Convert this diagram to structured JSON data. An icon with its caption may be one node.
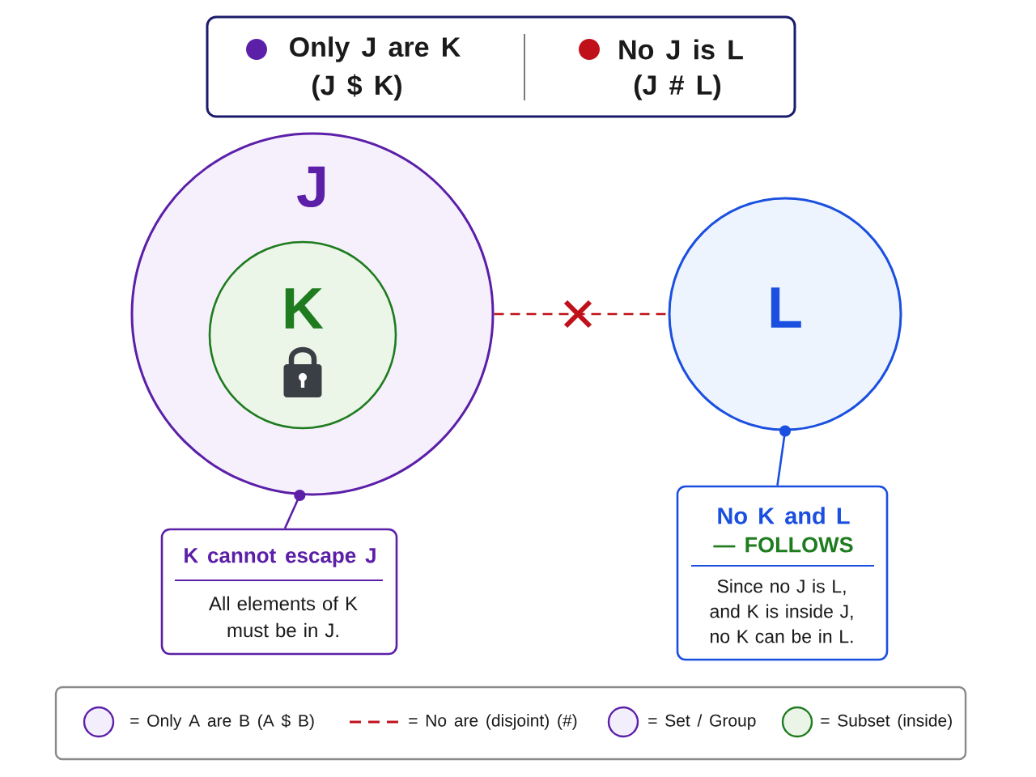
{
  "diagram": {
    "nodes": [
      {
        "text": [
          "Only J are K",
          "(J $ K)",
          "No J is L",
          "(J # L)"
        ]
      },
      {
        "text": [
          "J"
        ]
      },
      {
        "text": [
          "K"
        ],
        "in": 1
      },
      {
        "text": [
          "L"
        ]
      },
      {
        "text": [
          "K cannot escape J",
          "All elements of K must be in J."
        ]
      },
      {
        "text": [
          "No K and L",
          "— FOLLOWS",
          "Since no J is L, and K is inside J, no K can be in L."
        ]
      }
    ],
    "edges": [
      {
        "from": 1,
        "to": 3,
        "arrow": "none",
        "style": "dashed",
        "color": "#c0101a"
      },
      {
        "from": 4,
        "to": 1,
        "arrow": "other",
        "color": "#5b1fa8"
      },
      {
        "from": 5,
        "to": 3,
        "arrow": "other",
        "color": "#1a4fe0"
      }
    ],
    "legend": [
      {
        "text": "= Only A are B (A $ B)",
        "color": "#f3eefb"
      },
      {
        "text": "= No are (disjoint) (#)"
      },
      {
        "text": "= Set / Group",
        "color": "#f3eefb"
      },
      {
        "text": "= Subset (inside)",
        "color": "#eaf5e8"
      }
    ]
  }
}
